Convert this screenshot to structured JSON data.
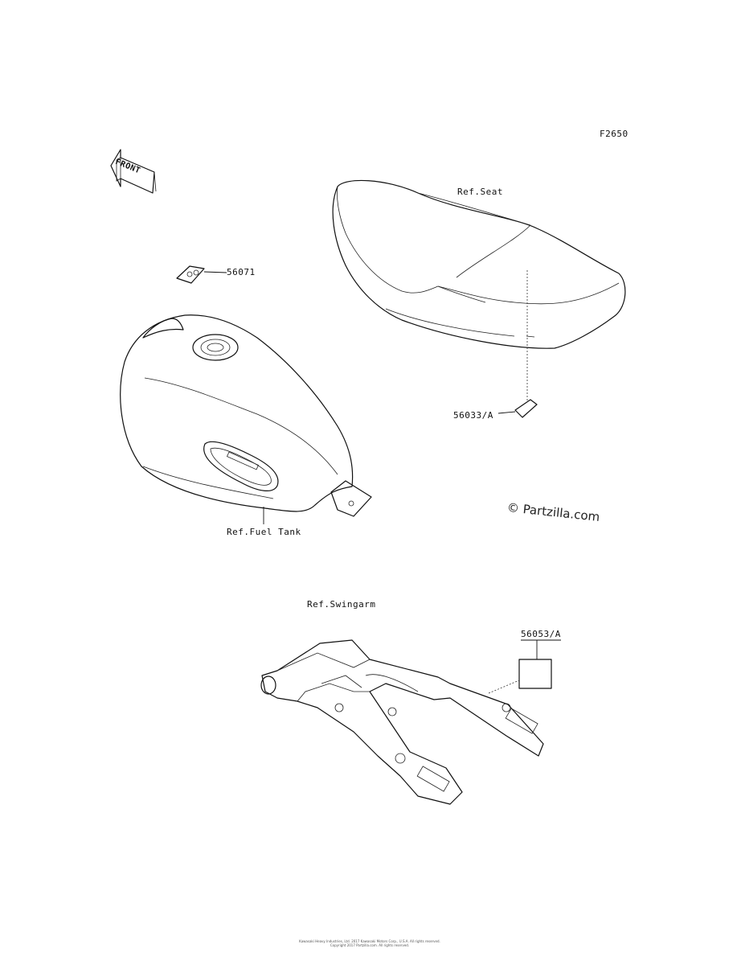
{
  "figure_code": "F2650",
  "front_label": "FRONT",
  "parts": {
    "seat_ref": "Ref.Seat",
    "fuel_tank_ref": "Ref.Fuel Tank",
    "swingarm_ref": "Ref.Swingarm",
    "label_upper": "56071",
    "label_seat": "56033/A",
    "label_swingarm": "56053/A"
  },
  "watermark": "© Partzilla.com",
  "footer": {
    "line1": "Kawasaki Heavy Industries, Ltd. 2017 Kawasaki Motors Corp., U.S.A. All rights reserved.",
    "line2": "Copyright 2017 Partzilla.com. All rights reserved."
  },
  "icons": [
    "front-arrow-icon"
  ]
}
